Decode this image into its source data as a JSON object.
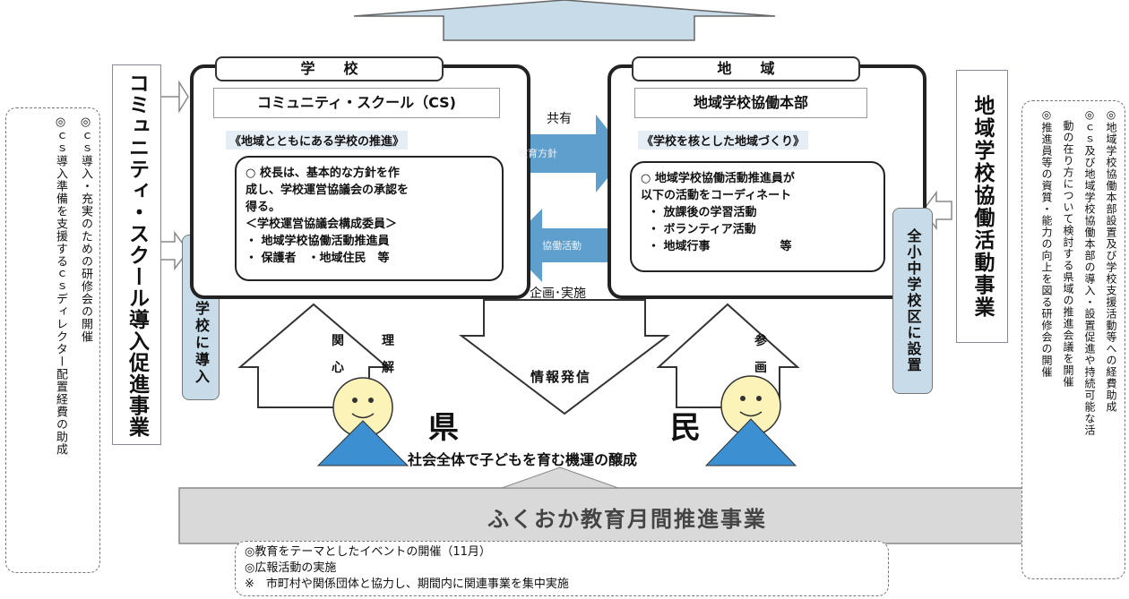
{
  "left_outer_note": {
    "lines": [
      "◎ｃｓ導入・充実のための研修会の開催",
      "◎ｃｓ導入準備を支援するｃｓディレクター配置経費の助成"
    ]
  },
  "left_project_title": "コミュニティ・スクール導入促進事業",
  "left_blue_label": "全小中学校に導入",
  "school": {
    "tab": "学　　校",
    "cs_title": "コミュニティ・スクール（CS)",
    "subtitle": "《地域とともにある学校の推進》",
    "lines": [
      "○ 校長は、基本的な方針を作",
      "成し、学校運営協議会の承認を",
      "得る。",
      "＜学校運営協議会構成委員＞",
      "・ 地域学校協働活動推進員",
      "・ 保護者　・地域住民　等"
    ]
  },
  "community": {
    "tab": "地　　域",
    "title": "地域学校協働本部",
    "subtitle": "《学校を核とした地域づくり》",
    "lines": [
      "○ 地域学校協働活動推進員が",
      "以下の活動をコーディネート",
      "・ 放課後の学習活動",
      "・ ボランティア活動",
      "・ 地域行事　　　　　　等"
    ]
  },
  "center": {
    "share": "共有",
    "education_policy": "教育方針",
    "cooperation": "協働活動",
    "plan": "企画･実施",
    "info": "情報発信"
  },
  "left_arrow_labels": [
    "関",
    "理",
    "心",
    "解"
  ],
  "right_arrow_labels": [
    "参",
    "画"
  ],
  "prefecture": "県",
  "citizens": "民",
  "slogan": "社会全体で子どもを育む機運の醸成",
  "right_project_title": "地域学校協働活動事業",
  "right_blue_label": "全小中学校区に設置",
  "right_outer_note": {
    "lines": [
      "◎地域学校協働本部設置及び学校支援活動等への経費助成",
      "◎ｃｓ及び地域学校協働本部の導入・設置促進や持続可能な活",
      "　動の在り方について検討する県域の推進会議を開催",
      "◎推進員等の資質・能力の向上を図る研修会の開催"
    ]
  },
  "bottom_project": "ふくおか教育月間推進事業",
  "bottom_notes": [
    "◎教育をテーマとしたイベントの開催（11月）",
    "◎広報活動の実施",
    "※　市町村や関係団体と協力し、期間内に関連事業を集中実施"
  ],
  "colors": {
    "light_blue": "#c8dbe8",
    "arrow_blue": "#5e9fce",
    "person_blue": "#3c8fd0",
    "face_yellow": "#fbf3b8",
    "band_gray": "#d9d9d9"
  }
}
